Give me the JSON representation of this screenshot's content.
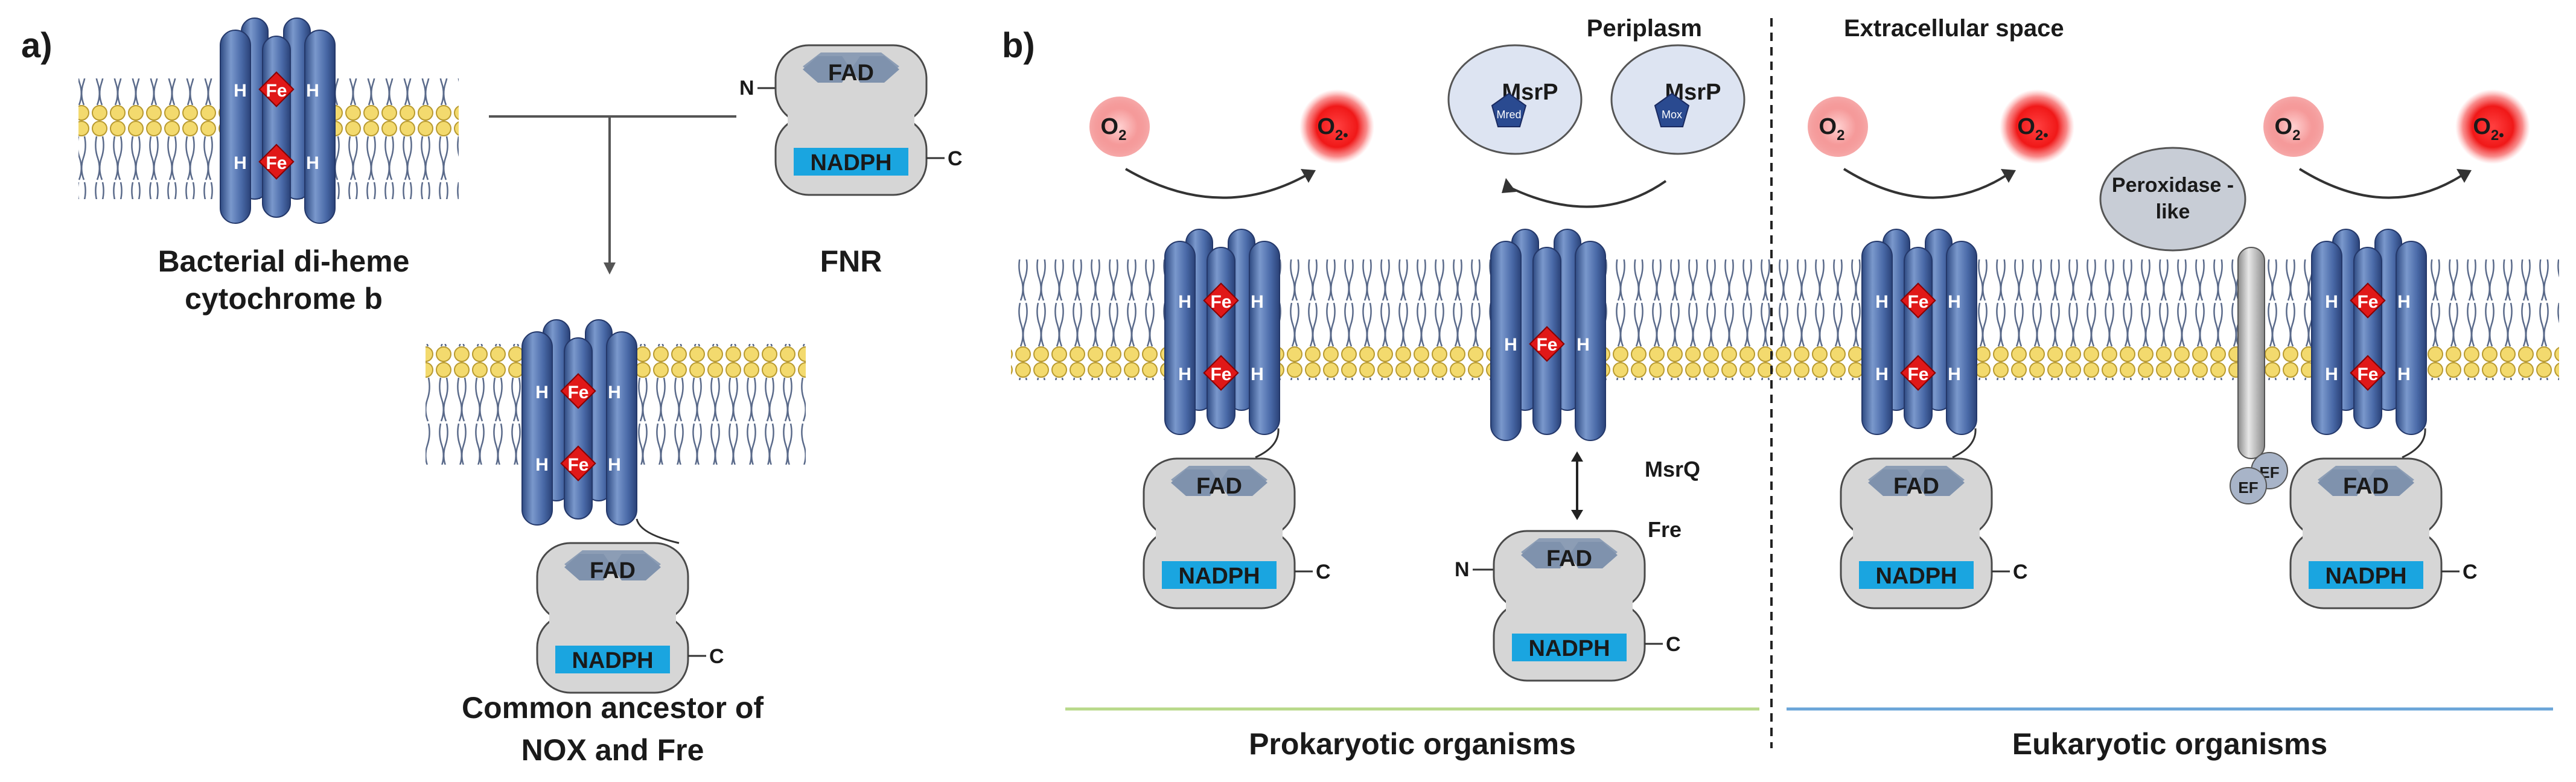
{
  "panels": {
    "a": {
      "panel_label": "a)",
      "cytochrome_label_1": "Bacterial di-heme",
      "cytochrome_label_2": "cytochrome b",
      "fnr_label": "FNR",
      "ancestor_label_1": "Common ancestor of",
      "ancestor_label_2": "NOX and Fre"
    },
    "b": {
      "panel_label": "b)",
      "periplasm_label": "Periplasm",
      "extracellular_label": "Extracellular space",
      "msrq_label": "MsrQ",
      "fre_label": "Fre",
      "msrp_label": "MsrP",
      "mred_label": "Mred",
      "mox_label": "Mox",
      "peroxidase_label_1": "Peroxidase -",
      "peroxidase_label_2": "like",
      "ef_label": "EF",
      "prokaryotic_label": "Prokaryotic organisms",
      "eukaryotic_label": "Eukaryotic organisms"
    }
  },
  "common": {
    "fad": "FAD",
    "nadph": "NADPH",
    "n_term": "N",
    "c_term": "C",
    "heme": "Fe",
    "his": "H",
    "o2_base": "O",
    "o2_sub": "2",
    "superoxide_base": "O",
    "superoxide_sub": "2•"
  },
  "colors": {
    "helix": "#4a6aa8",
    "heme": "#e02020",
    "nadph": "#1aa5e0",
    "fad": "#8c9db5",
    "domain_bg": "#d0d0d0",
    "lipid_head": "#f2d96a",
    "o2": "#f08080",
    "superoxide": "#e82020",
    "msrp_oval": "#dde4f2",
    "prokaryotic_line": "#b8d98a",
    "eukaryotic_line": "#6aa5d8"
  }
}
